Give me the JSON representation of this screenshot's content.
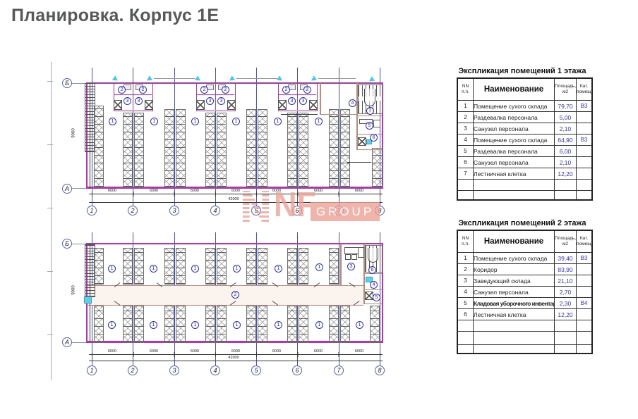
{
  "page": {
    "title": "Планировка. Корпус 1Е"
  },
  "plan": {
    "nums": {
      "1": "1",
      "2": "2",
      "3": "3",
      "4": "4",
      "5": "5",
      "6": "6",
      "7": "7",
      "8": "8"
    },
    "axes": {
      "a": "А",
      "b": "Б"
    },
    "dims": {
      "bay": "6000",
      "total": "42000",
      "height": "9000"
    }
  },
  "watermark": {
    "letters": "NF",
    "group": "GROUP"
  },
  "tables": {
    "floor1": {
      "title": "Экспликация помещений 1 этажа",
      "headers": {
        "nn": "NN\nп.п.",
        "name": "Наименование",
        "area": "Площадь,\nм2",
        "cat": "Кат.\nпомещ."
      },
      "rows": [
        {
          "n": "1",
          "name": "Помещение сухого склада",
          "area": "79,70",
          "cat": "В3"
        },
        {
          "n": "2",
          "name": "Раздевалка персонала",
          "area": "5,00",
          "cat": ""
        },
        {
          "n": "3",
          "name": "Санузел персонала",
          "area": "2,10",
          "cat": ""
        },
        {
          "n": "4",
          "name": "Помещение сухого склада",
          "area": "64,90",
          "cat": "В3"
        },
        {
          "n": "5",
          "name": "Раздевалка персонала",
          "area": "6,00",
          "cat": ""
        },
        {
          "n": "6",
          "name": "Санузел персонала",
          "area": "2,10",
          "cat": ""
        },
        {
          "n": "7",
          "name": "Лестничная клетка",
          "area": "12,20",
          "cat": ""
        }
      ]
    },
    "floor2": {
      "title": "Экспликация помещений 2 этажа",
      "headers": {
        "nn": "NN\nп.п.",
        "name": "Наименование",
        "area": "Площадь,\nм2",
        "cat": "Кат.\nпомещ."
      },
      "rows": [
        {
          "n": "1",
          "name": "Помещение сухого склада",
          "area": "39,40",
          "cat": "В3"
        },
        {
          "n": "2",
          "name": "Коридор",
          "area": "83,90",
          "cat": ""
        },
        {
          "n": "3",
          "name": "Заведующий склада",
          "area": "21,10",
          "cat": ""
        },
        {
          "n": "4",
          "name": "Санузел персонала",
          "area": "2,70",
          "cat": ""
        },
        {
          "n": "5",
          "name": "Кладовая уборочного инвентаря",
          "area": "2,30",
          "cat": "В4"
        },
        {
          "n": "6",
          "name": "Лестничная клетка",
          "area": "12,20",
          "cat": ""
        }
      ]
    }
  }
}
